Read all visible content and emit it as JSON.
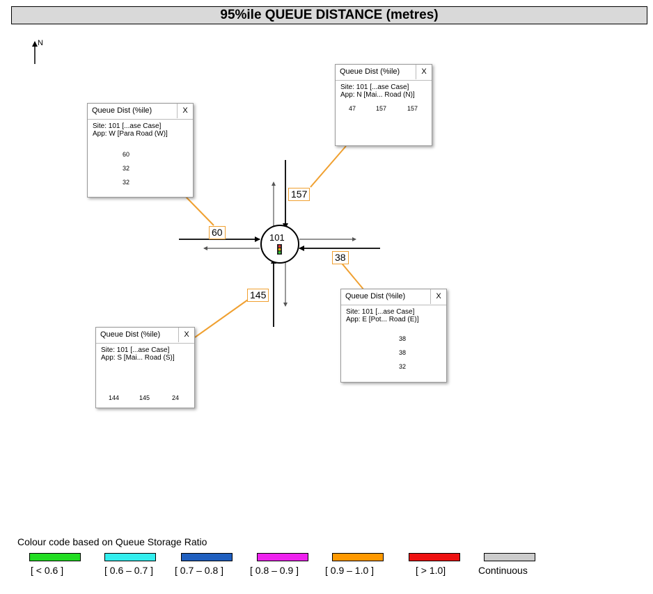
{
  "title": "95%ile QUEUE DISTANCE (metres)",
  "north_label": "N",
  "node": {
    "id": "101"
  },
  "queue_labels": {
    "north": "157",
    "west": "60",
    "east": "38",
    "south": "145"
  },
  "popups": {
    "west": {
      "title": "Queue Dist (%ile)",
      "close": "X",
      "site": "Site: 101 [...ase Case]",
      "app": "App: W [Para Road (W)]",
      "values": [
        "60",
        "32",
        "32"
      ]
    },
    "north": {
      "title": "Queue Dist (%ile)",
      "close": "X",
      "site": "Site: 101 [...ase Case]",
      "app": "App: N [Mai... Road (N)]",
      "values": [
        "47",
        "157",
        "157"
      ]
    },
    "east": {
      "title": "Queue Dist (%ile)",
      "close": "X",
      "site": "Site: 101 [...ase Case]",
      "app": "App: E [Pot... Road (E)]",
      "values": [
        "38",
        "38",
        "32"
      ]
    },
    "south": {
      "title": "Queue Dist (%ile)",
      "close": "X",
      "site": "Site: 101 [...ase Case]",
      "app": "App: S [Mai... Road (S)]",
      "values": [
        "144",
        "145",
        "24"
      ]
    }
  },
  "legend": {
    "title": "Colour code based on Queue Storage Ratio",
    "items": [
      {
        "label": "[ < 0.6 ]",
        "color": "#22dd22"
      },
      {
        "label": "[ 0.6 – 0.7 ]",
        "color": "#33eeee"
      },
      {
        "label": "[ 0.7 – 0.8 ]",
        "color": "#1f5fbf"
      },
      {
        "label": "[ 0.8 – 0.9 ]",
        "color": "#ee22ee"
      },
      {
        "label": "[ 0.9 – 1.0 ]",
        "color": "#ff9900"
      },
      {
        "label": "[ > 1.0]",
        "color": "#ee1111"
      },
      {
        "label": "Continuous",
        "color": "#cccccc"
      }
    ]
  }
}
